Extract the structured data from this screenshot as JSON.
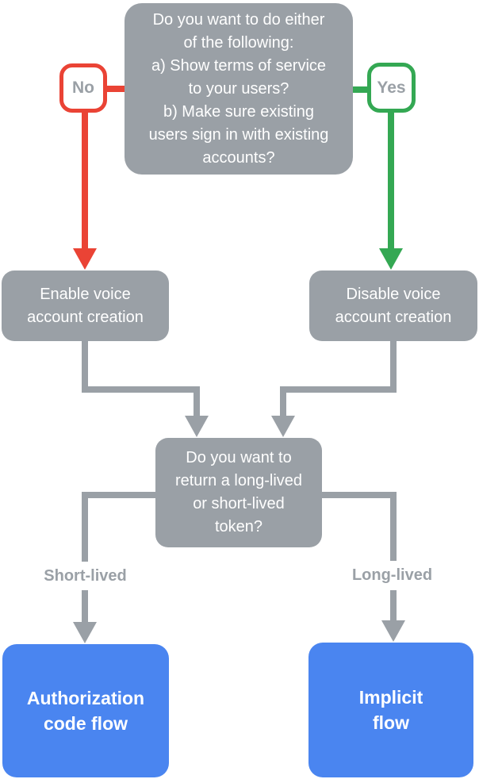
{
  "colors": {
    "node_gray": "#9AA0A6",
    "connector_gray": "#9AA0A6",
    "no_red": "#EA4335",
    "yes_green": "#34A853",
    "outcome_blue": "#4A85F0",
    "edge_label_text": "#9AA0A6",
    "node_text": "#FFFFFF"
  },
  "nodes": {
    "question_start": "Do you want to do either\nof the following:\na) Show terms of service\nto your users?\nb) Make sure existing\nusers sign in with existing\naccounts?",
    "no_label": "No",
    "yes_label": "Yes",
    "enable_voice": "Enable voice\naccount creation",
    "disable_voice": "Disable voice\naccount creation",
    "question_token": "Do you want to\nreturn a long-lived\nor short-lived\ntoken?",
    "short_lived_label": "Short-lived",
    "long_lived_label": "Long-lived",
    "authorization_code_flow": "Authorization\ncode flow",
    "implicit_flow": "Implicit\nflow"
  }
}
